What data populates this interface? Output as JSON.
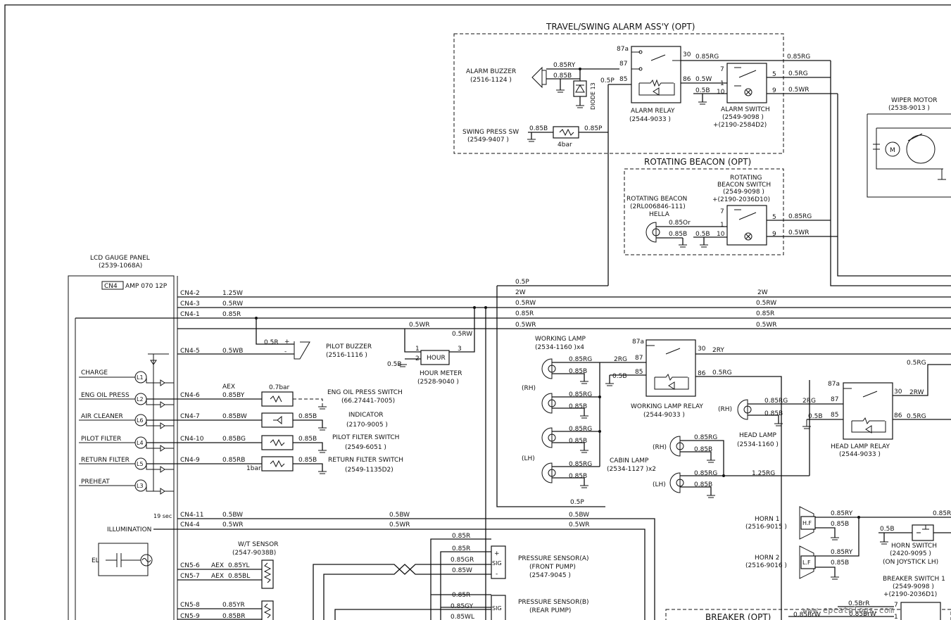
{
  "alarm": {
    "title": "TRAVEL/SWING ALARM ASS'Y (OPT)",
    "buzzer": "ALARM BUZZER",
    "buzzer_pn": "(2516-1124 )",
    "w_085ry": "0.85RY",
    "w_085b": "0.85B",
    "diode": "DIODE 13",
    "w_05p": "0.5P",
    "t87a": "87a",
    "t87": "87",
    "t85": "85",
    "t30": "30",
    "t86": "86",
    "relay": "ALARM RELAY",
    "relay_pn": "(2544-9033 )",
    "w_085rg_a": "0.85RG",
    "w_085rg_b": "0.85RG",
    "w_05w": "0.5W",
    "w_05b": "0.5B",
    "s7": "7",
    "s1": "1",
    "s10": "10",
    "s5": "5",
    "s9": "9",
    "w_05rg": "0.5RG",
    "w_05wr": "0.5WR",
    "switch": "ALARM SWITCH",
    "switch_pn1": "(2549-9098 )",
    "switch_pn2": "+(2190-2584D2)",
    "swing": "SWING PRESS SW",
    "swing_pn": "(2549-9407 )",
    "swing_085b": "0.85B",
    "swing_085p": "0.85P",
    "bar": "4bar"
  },
  "wiper": {
    "label": "WIPER MOTOR",
    "pn": "(2538-9013 )"
  },
  "beacon": {
    "title": "ROTATING BEACON (OPT)",
    "sw1": "ROTATING",
    "sw2": "BEACON SWITCH",
    "sw3": "(2549-9098 )",
    "sw4": "+(2190-2036D10)",
    "lamp1": "ROTATING BEACON",
    "lamp2": "(2RL006846-111)",
    "lamp3": "HELLA",
    "w_085or": "0.85Or",
    "w_085b": "0.85B",
    "w_05b": "0.5B",
    "s7": "7",
    "s1": "1",
    "s10": "10",
    "s5": "5",
    "s9": "9",
    "w_085rg": "0.85RG",
    "w_05wr": "0.5WR"
  },
  "lcd": {
    "title": "LCD GAUGE PANEL",
    "pn": "(2539-1068A)",
    "cn4": "CN4",
    "amp": "AMP 070  12P",
    "l_charge": "CHARGE",
    "l_eng": "ENG OIL PRESS",
    "l_air": "AIR CLEANER",
    "l_pilot": "PILOT FILTER",
    "l_return": "RETURN FILTER",
    "l_preheat": "PREHEAT",
    "L1": "L1",
    "L2": "L2",
    "L6": "L6",
    "L4": "L4",
    "L5": "L5",
    "L3": "L3",
    "sec": "19 sec",
    "illum": "ILLUMINATION",
    "el": "EL"
  },
  "harness": {
    "cn4_2": "CN4-2",
    "w1": "1.25W",
    "cn4_3": "CN4-3",
    "w2": "0.5RW",
    "cn4_1": "CN4-1",
    "w3": "0.85R",
    "cn4_5": "CN4-5",
    "w4": "0.5WB",
    "cn4_6": "CN4-6",
    "aex": "AEX",
    "w5": "0.85BY",
    "cn4_7": "CN4-7",
    "w6": "0.85BW",
    "cn4_10": "CN4-10",
    "w7": "0.85BG",
    "cn4_9": "CN4-9",
    "w8": "0.85RB",
    "cn4_11": "CN4-11",
    "w9": "0.5BW",
    "cn4_4": "CN4-4",
    "w10": "0.5WR",
    "m_05p": "0.5P",
    "m_2w": "2W",
    "m_05rw": "0.5RW",
    "m_085r": "0.85R",
    "m_05wr": "0.5WR",
    "r_2w": "2W",
    "r_05rw": "0.5RW",
    "r_085r": "0.85R",
    "r_05wr": "0.5WR",
    "b_05bw": "0.5BW",
    "b_05wr": "0.5WR",
    "b2_05bw": "0.5BW",
    "b2_05wr": "0.5WR",
    "p_05p": "0.5P"
  },
  "pilot": {
    "buzzer": "PILOT BUZZER",
    "buzzer_pn": "(2516-1116 )",
    "w_05r": "0.5R",
    "hour_05wr": "0.5WR",
    "hour_05rw": "0.5RW",
    "hour_05b": "0.5B",
    "hour": "HOUR",
    "hour_label": "HOUR METER",
    "hour_pn": "(2528-9040 )",
    "h1": "1",
    "h2": "2",
    "h3": "3"
  },
  "sensors": {
    "bar07": "0.7bar",
    "eng_sw": "ENG OIL PRESS SWITCH",
    "eng_pn": "(66.27441-7005)",
    "ind": "INDICATOR",
    "ind_pn": "(2170-9005 )",
    "pilot_sw": "PILOT FILTER SWITCH",
    "pilot_pn": "(2549-6051 )",
    "ret_sw": "RETURN FILTER SWITCH",
    "ret_pn": "(2549-1135D2)",
    "bar1": "1bar",
    "b1": "0.85B",
    "b2": "0.85B",
    "b3": "0.85B"
  },
  "wt": {
    "label": "W/T SENSOR",
    "pn": "(2547-9038B)",
    "cn5_6": "CN5-6",
    "cn5_7": "CN5-7",
    "cn5_8": "CN5-8",
    "cn5_9": "CN5-9",
    "aex1": "AEX",
    "aex2": "AEX",
    "w1": "0.85YL",
    "w2": "0.85BL",
    "w3": "0.85YR",
    "w4": "0.85BR"
  },
  "pressure": {
    "a1": "PRESSURE SENSOR(A)",
    "a2": "(FRONT PUMP)",
    "a3": "(2547-9045 )",
    "b1": "PRESSURE SENSOR(B)",
    "b2": "(REAR PUMP)",
    "w_r1": "0.85R",
    "w_r2": "0.85R",
    "w_gr": "0.85GR",
    "w_w": "0.85W",
    "w_r3": "0.85R",
    "w_gy": "0.85GY",
    "w_wl": "0.85WL",
    "plus": "+",
    "sig": "SIG",
    "minus": "-"
  },
  "work": {
    "lamp": "WORKING LAMP",
    "lamp_pn": "(2534-1160 )x4",
    "rh": "(RH)",
    "lh": "(LH)",
    "w_rg1": "0.85RG",
    "w_b1": "0.85B",
    "w_rg2": "0.85RG",
    "w_b2": "0.85B",
    "w_rg3": "0.85RG",
    "w_b3": "0.85B",
    "w_rg4": "0.85RG",
    "w_b4": "0.85B",
    "w_2rg": "2RG",
    "w_05b": "0.5B",
    "t87a": "87a",
    "t87": "87",
    "t85": "85",
    "t30": "30",
    "t86": "86",
    "w_2ry": "2RY",
    "w_05rg": "0.5RG",
    "relay": "WORKING LAMP RELAY",
    "relay_pn": "(2544-9033 )"
  },
  "cabin": {
    "rh": "(RH)",
    "lh": "(LH)",
    "label": "CABIN LAMP",
    "pn": "(2534-1127 )x2",
    "w_rg1": "0.85RG",
    "w_b1": "0.85B",
    "w_rg2": "0.85RG",
    "w_b2": "0.85B",
    "w_125rg": "1.25RG"
  },
  "head": {
    "rh": "(RH)",
    "w_rg": "0.85RG",
    "w_b": "0.85B",
    "w_2rg": "2RG",
    "w_05b": "0.5B",
    "label": "HEAD LAMP",
    "pn": "(2534-1160 )",
    "t87a": "87a",
    "t87": "87",
    "t85": "85",
    "t30": "30",
    "t86": "86",
    "w_2rw": "2RW",
    "w_05rg": "0.5RG",
    "w_05rg2": "0.5RG",
    "relay": "HEAD LAMP RELAY",
    "relay_pn": "(2544-9033 )"
  },
  "horn": {
    "h1": "HORN 1",
    "h1_pn": "(2516-9015 )",
    "h2": "HORN 2",
    "h2_pn": "(2516-9016 )",
    "hf": "H.F",
    "lf": "L.F",
    "w_ry1": "0.85RY",
    "w_b1": "0.85B",
    "w_ry2": "0.85RY",
    "w_b2": "0.85B",
    "w_05b": "0.5B",
    "w_085r": "0.85R",
    "sw": "HORN SWITCH",
    "sw_pn": "(2420-9095 )",
    "sw_loc": "(ON JOYSTICK LH)"
  },
  "breaker": {
    "sw": "BREAKER SWITCH 1",
    "pn1": "(2549-9098 )",
    "pn2": "+(2190-2036D1)",
    "title": "BREAKER (OPT)",
    "w_brr": "0.5BrR",
    "w_brw1": "0.85BrW",
    "w_brw2": "0.85BrW",
    "s7": "7",
    "s1": "1"
  },
  "watermark": "www.epcatalogs.com"
}
